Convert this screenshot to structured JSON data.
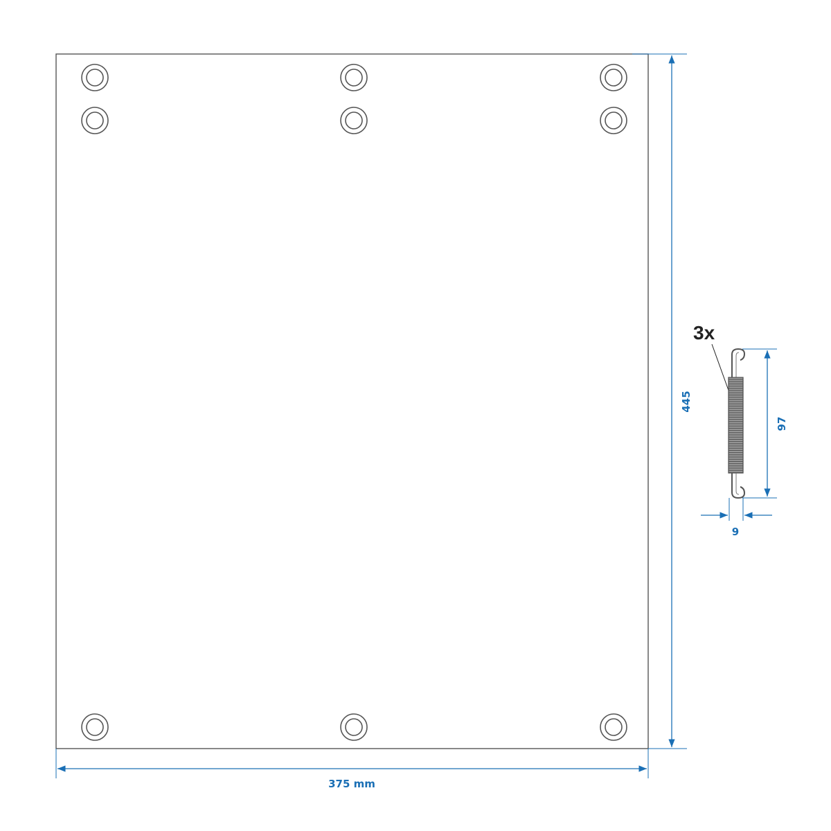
{
  "drawing": {
    "width_label": "375 mm",
    "height_label": "445",
    "spring": {
      "quantity_label": "3x",
      "length_label": "97",
      "diameter_label": "9"
    },
    "eyelet_count": 9
  },
  "colors": {
    "dimension": "#1a6fb5",
    "outline": "#555555",
    "eyelet": "#555555",
    "spring": "#6b6b6b",
    "quantity_text": "#222222"
  }
}
